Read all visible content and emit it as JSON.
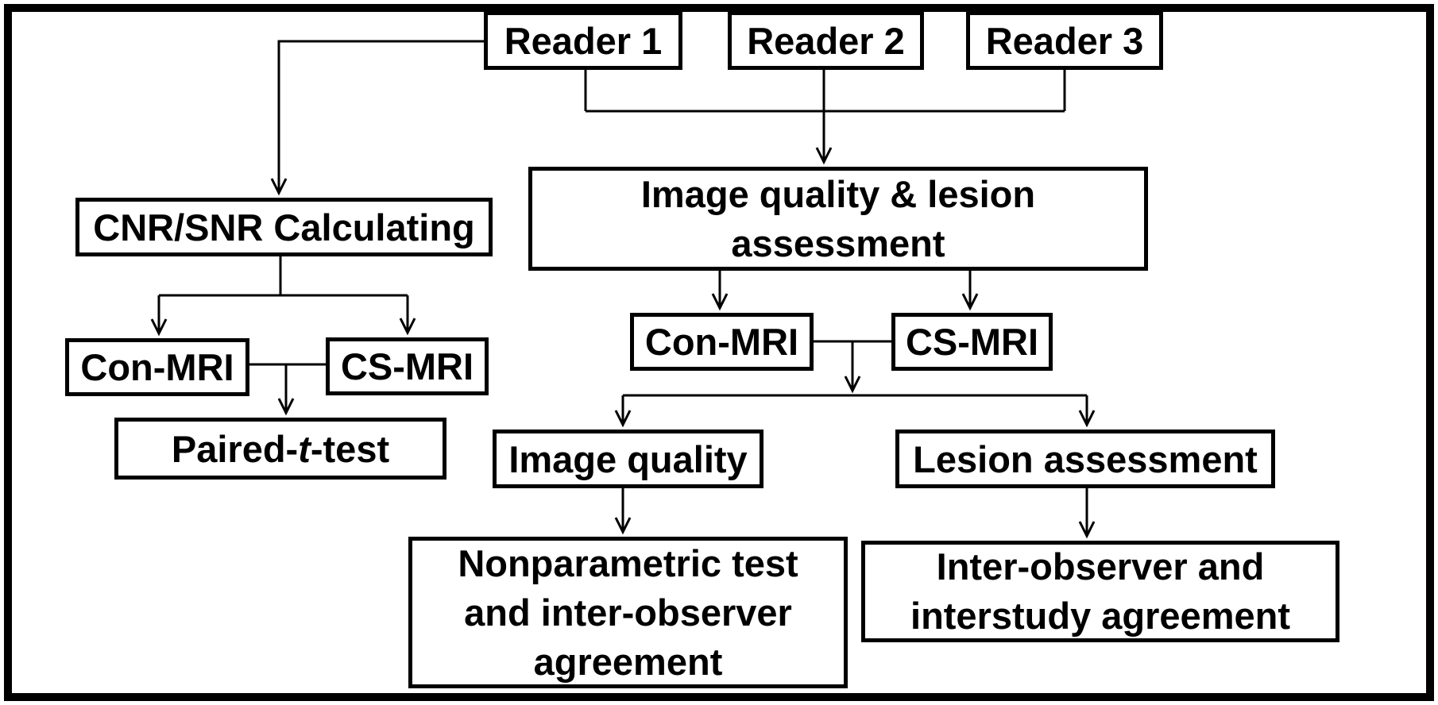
{
  "diagram_type": "flowchart",
  "colors": {
    "background": "#ffffff",
    "line": "#000000",
    "box_border": "#000000",
    "box_fill": "#ffffff",
    "text": "#000000"
  },
  "nodes": {
    "reader1": {
      "label": "Reader 1"
    },
    "reader2": {
      "label": "Reader 2"
    },
    "reader3": {
      "label": "Reader 3"
    },
    "cnr_snr_calculating": {
      "label": "CNR/SNR Calculating"
    },
    "con_mri_left": {
      "label": "Con-MRI"
    },
    "cs_mri_left": {
      "label": "CS-MRI"
    },
    "paired_t_test": {
      "prefix": "Paired-",
      "italic": "t",
      "suffix": "-test"
    },
    "image_quality_lesion_assessment": {
      "label": "Image quality & lesion assessment",
      "lines": [
        "Image quality & lesion",
        "assessment"
      ]
    },
    "con_mri_right": {
      "label": "Con-MRI"
    },
    "cs_mri_right": {
      "label": "CS-MRI"
    },
    "image_quality": {
      "label": "Image quality"
    },
    "lesion_assessment": {
      "label": "Lesion assessment"
    },
    "nonparametric_test": {
      "label": "Nonparametric test and inter-observer agreement",
      "lines": [
        "Nonparametric test",
        "and inter-observer",
        "agreement"
      ]
    },
    "interobserver_interstudy": {
      "label": "Inter-observer and interstudy agreement",
      "lines": [
        "Inter-observer and",
        "interstudy agreement"
      ]
    }
  },
  "edges": [
    {
      "from": "reader1",
      "to": "cnr_snr_calculating"
    },
    {
      "from": "reader1",
      "to": "image_quality_lesion_assessment"
    },
    {
      "from": "reader2",
      "to": "image_quality_lesion_assessment"
    },
    {
      "from": "reader3",
      "to": "image_quality_lesion_assessment"
    },
    {
      "from": "cnr_snr_calculating",
      "to": "con_mri_left"
    },
    {
      "from": "cnr_snr_calculating",
      "to": "cs_mri_left"
    },
    {
      "from": "con_mri_left + cs_mri_left",
      "to": "paired_t_test"
    },
    {
      "from": "image_quality_lesion_assessment",
      "to": "con_mri_right"
    },
    {
      "from": "image_quality_lesion_assessment",
      "to": "cs_mri_right"
    },
    {
      "from": "con_mri_right + cs_mri_right",
      "to": "image_quality"
    },
    {
      "from": "con_mri_right + cs_mri_right",
      "to": "lesion_assessment"
    },
    {
      "from": "image_quality",
      "to": "nonparametric_test"
    },
    {
      "from": "lesion_assessment",
      "to": "interobserver_interstudy"
    }
  ]
}
